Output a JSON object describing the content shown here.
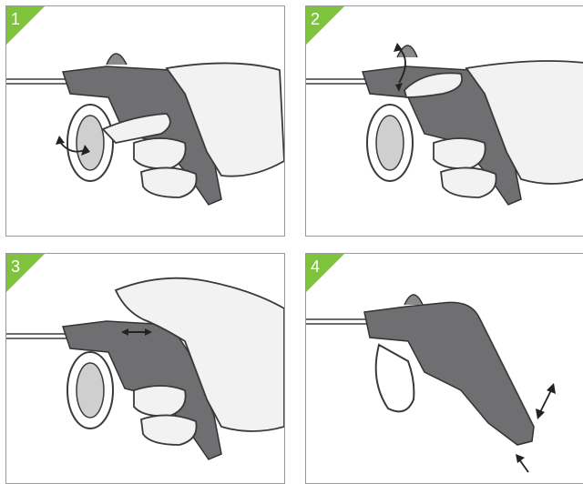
{
  "steps": [
    {
      "number": "1",
      "illustration": "hand-gripping-device-rotate-ring"
    },
    {
      "number": "2",
      "illustration": "thumb-rotating-knob"
    },
    {
      "number": "3",
      "illustration": "thumb-sliding-button"
    },
    {
      "number": "4",
      "illustration": "device-handle-release"
    }
  ],
  "colors": {
    "badge_green": "#7fc23c",
    "device_gray": "#6f6f71",
    "hand_fill": "#f2f2f2",
    "line": "#3a3a3a",
    "border": "#9a9a9a"
  }
}
